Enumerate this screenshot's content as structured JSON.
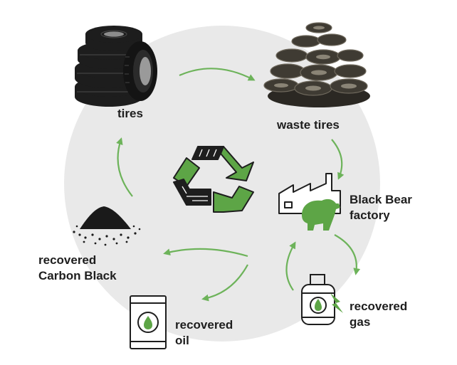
{
  "nodes": {
    "tires": {
      "label": "tires"
    },
    "waste_tires": {
      "label": "waste tires"
    },
    "factory": {
      "line1": "Black Bear",
      "line2": "factory"
    },
    "gas": {
      "line1": "recovered",
      "line2": "gas"
    },
    "oil": {
      "line1": "recovered",
      "line2": "oil"
    },
    "carbon_black": {
      "line1": "recovered",
      "line2": "Carbon Black"
    }
  },
  "colors": {
    "arrow": "#6db35a",
    "icon_green": "#5da546",
    "circle": "#e9e9e9",
    "text": "#1e1e1e",
    "tire": "#1d1d1d"
  },
  "icons": {
    "center": "recycle-tire-icon",
    "factory": "factory-icon",
    "bear": "bear-icon",
    "gas": "gas-cylinder-icon",
    "oil": "oil-barrel-icon",
    "carbon": "carbon-black-pile-icon"
  }
}
